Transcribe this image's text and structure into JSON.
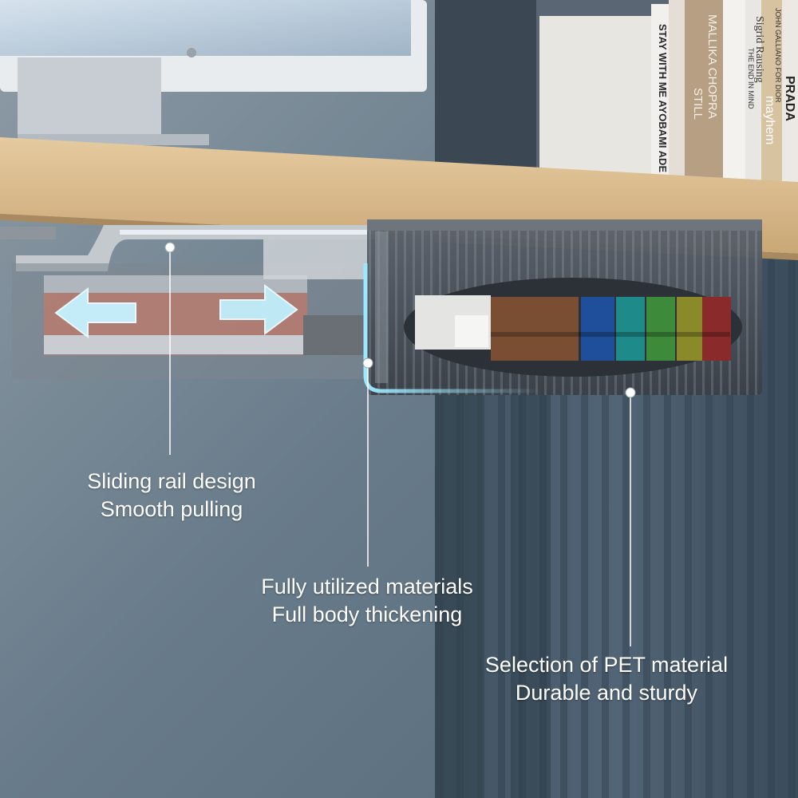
{
  "callouts": {
    "rail": {
      "line1": "Sliding rail design",
      "line2": "Smooth pulling"
    },
    "materials": {
      "line1": "Fully utilized materials",
      "line2": "Full body thickening"
    },
    "pet": {
      "line1": "Selection of PET material",
      "line2": "Durable and sturdy"
    }
  },
  "book_spines": {
    "book1": "STAY WITH ME  AYOBAMI ADE",
    "book2": "MALLIKA CHOPRA",
    "book3": "STILL",
    "book4": "Sigrid Rausing",
    "book5": "mayhem",
    "book6": "PRADA",
    "book7": "JOHN GALLIANO FOR DIOR",
    "book8": "THE END IN MIND"
  },
  "colors": {
    "background": "#6f8190",
    "desk_wood": "#d8b98c",
    "drawer": "#4a5058",
    "arrow": "#bfe8f5",
    "callout_text": "#ffffff"
  },
  "icons": [
    "apple-logo-icon",
    "left-arrow-icon",
    "right-arrow-icon"
  ]
}
